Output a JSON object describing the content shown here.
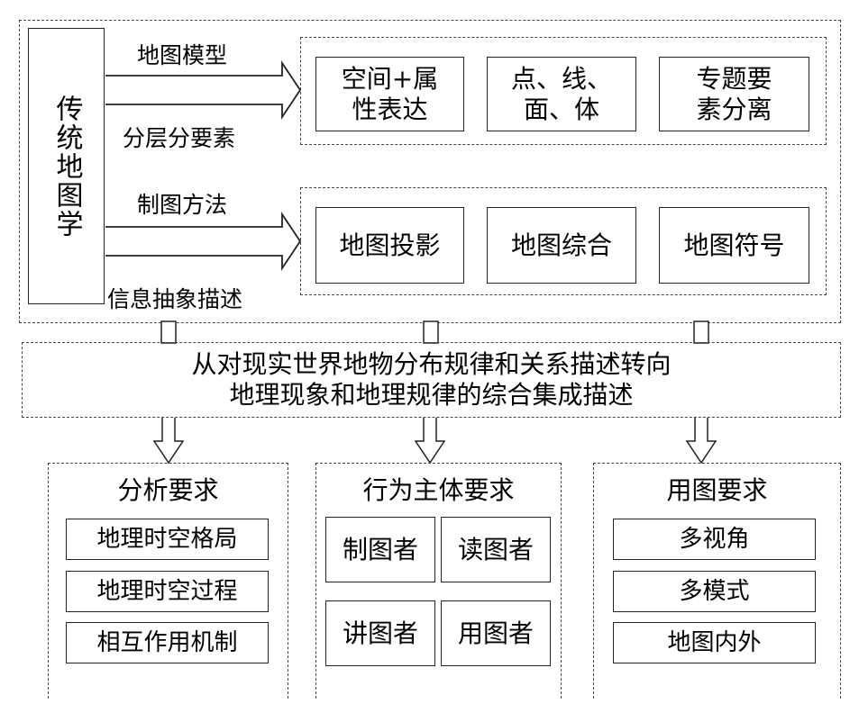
{
  "traditional": {
    "label": "传统地图学",
    "arrow1_top": "地图模型",
    "arrow1_bottom": "分层分要素",
    "arrow2_top": "制图方法",
    "arrow2_bottom": "信息抽象描述",
    "model_boxes": [
      "空间+属\n性表达",
      "点、线、\n面、体",
      "专题要\n素分离"
    ],
    "method_boxes": [
      "地图投影",
      "地图综合",
      "地图符号"
    ]
  },
  "transition": {
    "line1": "从对现实世界地物分布规律和关系描述转向",
    "line2": "地理现象和地理规律的综合集成描述"
  },
  "analysis": {
    "title": "分析要求",
    "items": [
      "地理时空格局",
      "地理时空过程",
      "相互作用机制"
    ]
  },
  "actors": {
    "title": "行为主体要求",
    "items": [
      "制图者",
      "读图者",
      "讲图者",
      "用图者"
    ]
  },
  "usage": {
    "title": "用图要求",
    "items": [
      "多视角",
      "多模式",
      "地图内外"
    ]
  }
}
